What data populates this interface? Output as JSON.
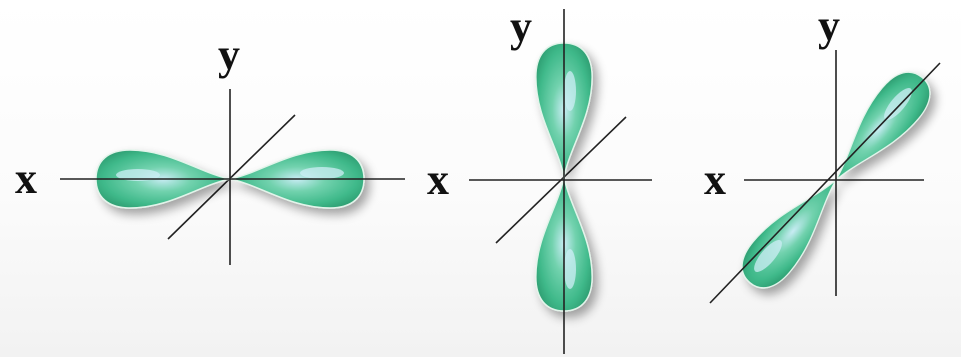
{
  "figure": {
    "panels": [
      {
        "x_label": "x",
        "y_label": "y"
      },
      {
        "x_label": "x",
        "y_label": "y"
      },
      {
        "x_label": "x",
        "y_label": "y"
      }
    ]
  },
  "colors": {
    "lobe": "#3fb98a",
    "lobe_highlight": "#bfe6f2",
    "lobe_outline": "#d8f0e4",
    "axis": "#222222"
  }
}
